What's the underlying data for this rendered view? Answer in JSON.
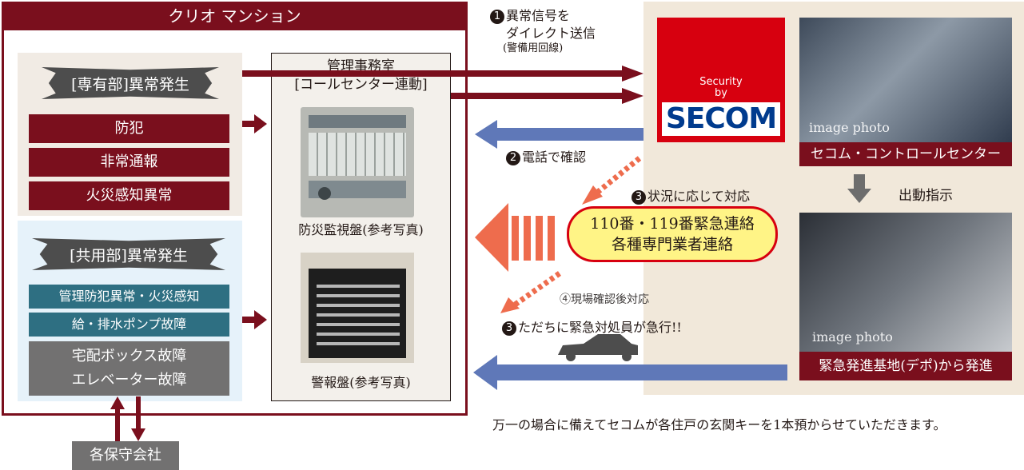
{
  "mansion": {
    "title": "クリオ マンション",
    "private": {
      "heading": "[専有部]異常発生",
      "items": [
        "防犯",
        "非常通報",
        "火災感知異常"
      ]
    },
    "common": {
      "heading": "[共用部]異常発生",
      "items": [
        "管理防犯異常・火災感知",
        "給・排水ポンプ故障"
      ],
      "gray_lines": [
        "宅配ボックス故障",
        "エレベーター故障"
      ]
    }
  },
  "office": {
    "title_line1": "管理事務室",
    "title_line2": "[コールセンター連動]",
    "photo1_caption": "防災監視盤(参考写真)",
    "photo2_caption": "警報盤(参考写真)"
  },
  "maintenance": "各保守会社",
  "secom": {
    "security": "Security",
    "by": "by",
    "logo": "SECOM",
    "image_photo": "image photo",
    "control_center": "セコム・コントロールセンター",
    "dispatch_instruction": "出動指示",
    "depot": "緊急発進基地(デポ)から発進"
  },
  "steps": {
    "step1_num": "1",
    "step1_line1": "異常信号を",
    "step1_line2": "ダイレクト送信",
    "step1_line3": "(警備用回線)",
    "step2_num": "2",
    "step2": "電話で確認",
    "step3a_num": "3",
    "step3a": "状況に応じて対応",
    "emergency_line1": "110番・119番緊急連絡",
    "emergency_line2": "各種専門業者連絡",
    "step4": "④現場確認後対応",
    "step3b_num": "3",
    "step3b": "ただちに緊急対処員が急行!!"
  },
  "footer": "万一の場合に備えてセコムが各住戸の玄関キーを1本預からせていただきます。",
  "colors": {
    "maroon": "#7a0f1d",
    "teal": "#2e6f82",
    "gray": "#727171",
    "arrow_blue": "#5f78b8",
    "arrow_orange": "#ee6c4d",
    "secom_red": "#d7000f",
    "secom_blue": "#003b8e",
    "highlight_yellow": "#fff486"
  }
}
